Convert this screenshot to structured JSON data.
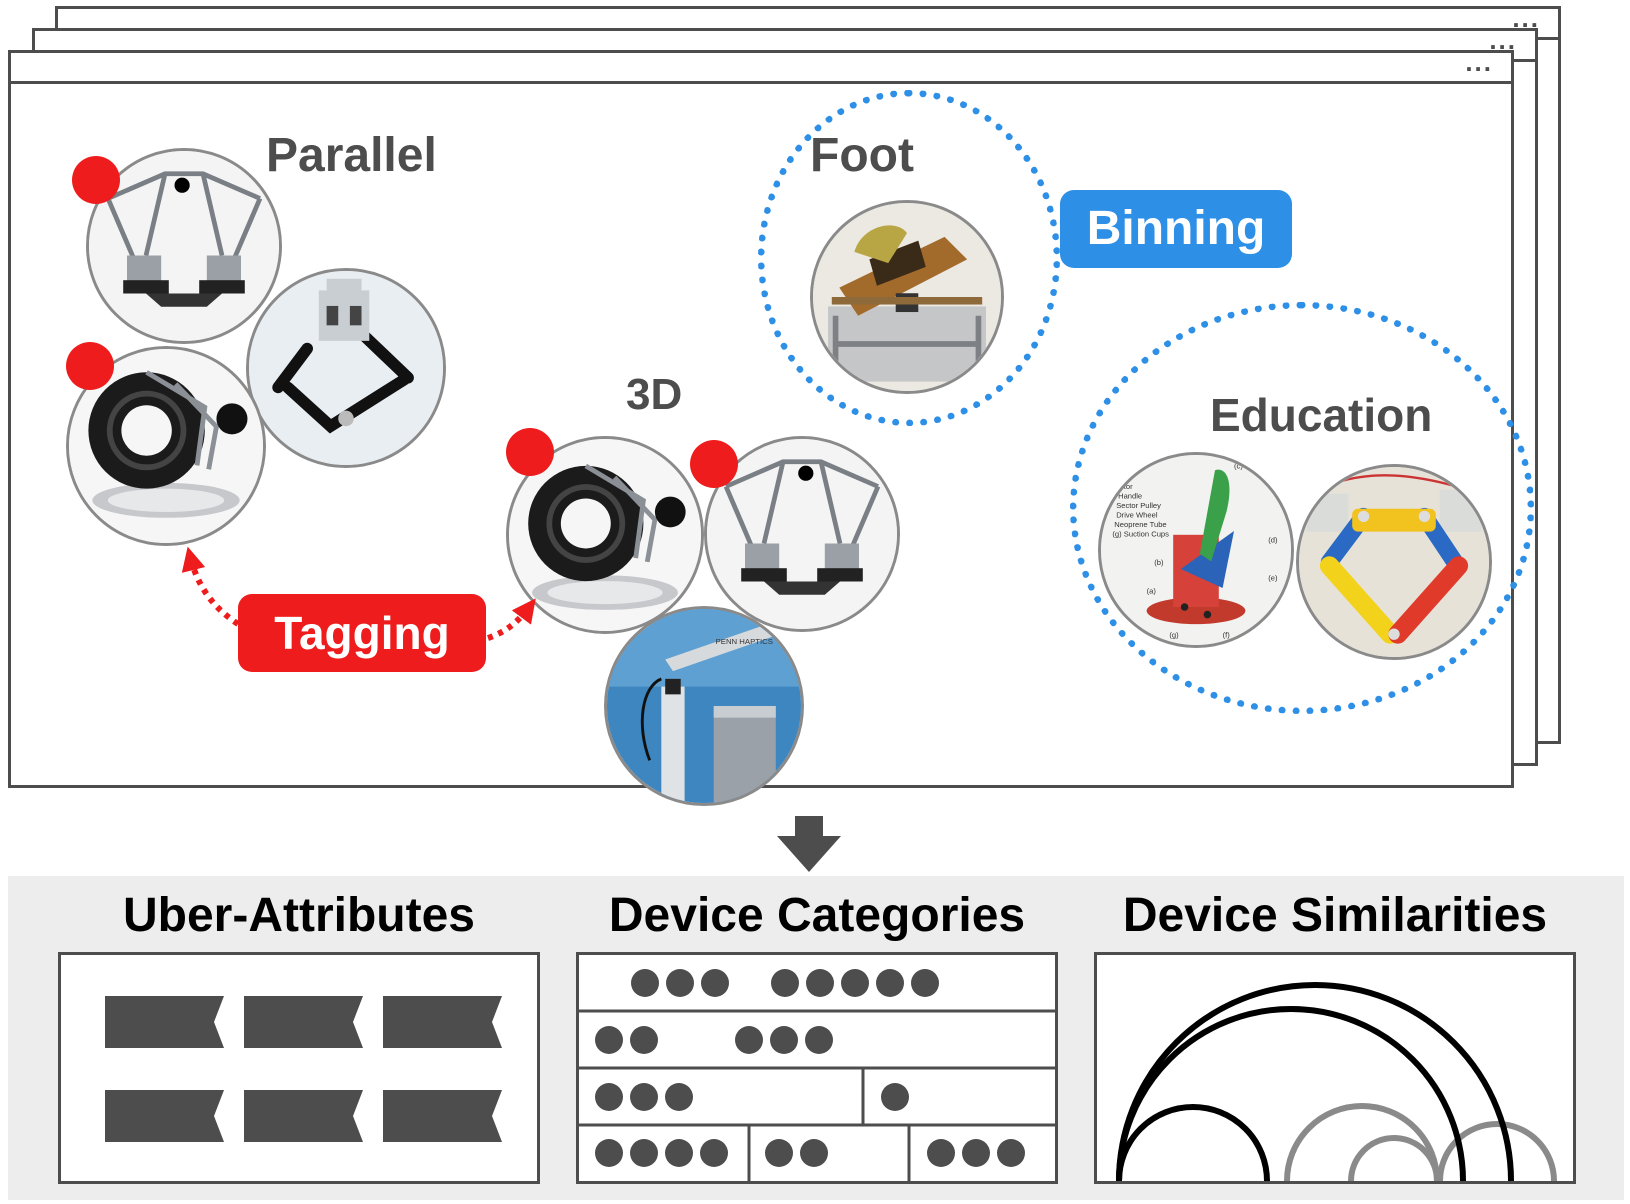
{
  "top_panel": {
    "window_dots": "...",
    "labels": {
      "parallel": "Parallel",
      "three_d": "3D",
      "foot": "Foot",
      "education": "Education"
    },
    "annotations": {
      "binning": "Binning",
      "tagging": "Tagging"
    },
    "education_diagram_text": [
      "ctor",
      "Handle",
      "Sector Pulley",
      "Drive Wheel",
      "Neoprene Tube",
      "(g) Suction Cups",
      "(c)",
      "(d)",
      "(e)",
      "(b)",
      "(a)",
      "(g)",
      "(f)"
    ],
    "product_label": "PENN HAPTICS"
  },
  "bottom_panel": {
    "uber_attributes": {
      "title": "Uber-Attributes"
    },
    "device_categories": {
      "title": "Device Categories"
    },
    "device_similarities": {
      "title": "Device Similarities"
    }
  },
  "colors": {
    "tag_red": "#ee1c1c",
    "bin_blue": "#2e8fe6",
    "dark_gray": "#4d4d4d",
    "band_gray": "#ededed"
  },
  "icons": {
    "down_arrow": "down-arrow-icon",
    "tag_shape": "tag-icon",
    "category_dot": "dot-icon"
  }
}
